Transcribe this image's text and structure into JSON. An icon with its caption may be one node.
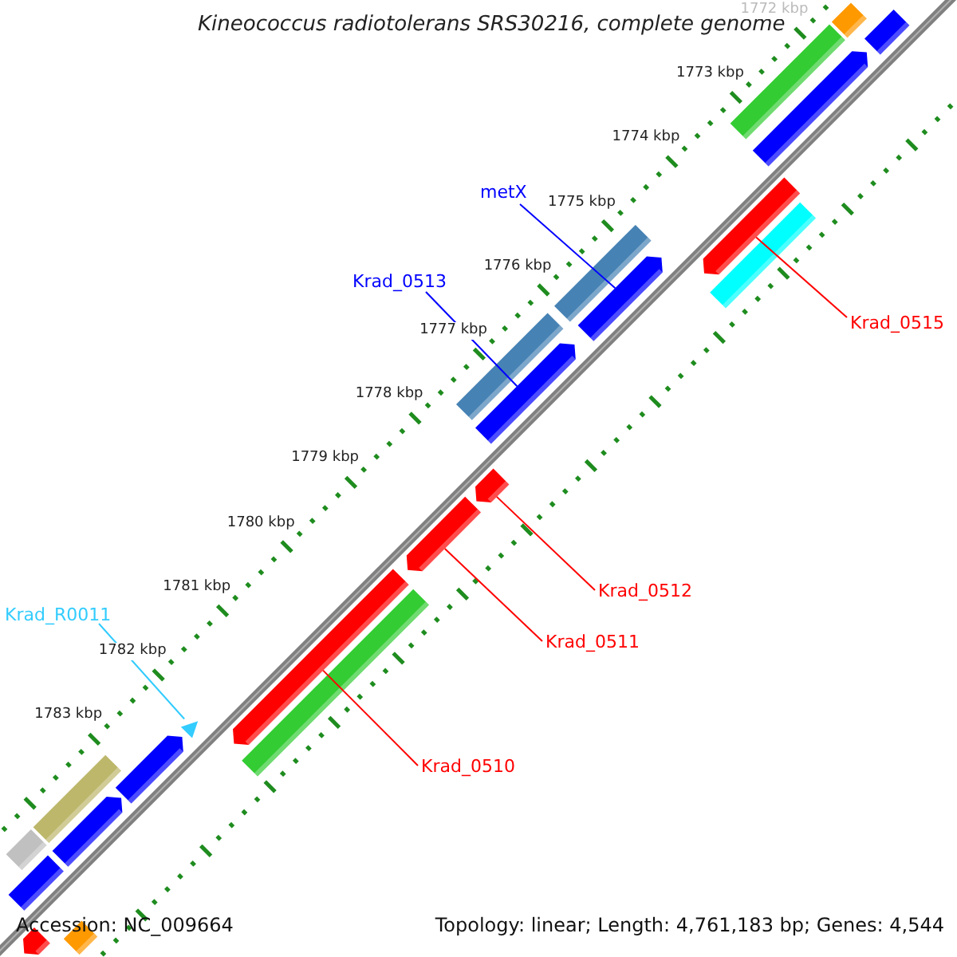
{
  "diagram": {
    "title": "Kineococcus radiotolerans SRS30216, complete genome",
    "nodes": [
      {
        "text": [
          "metX"
        ]
      },
      {
        "text": [],
        "shape": "arrow"
      },
      {
        "text": [
          "Krad_0513"
        ]
      },
      {
        "text": [],
        "shape": "arrow"
      },
      {
        "text": [
          "Krad_0515"
        ]
      },
      {
        "text": [],
        "shape": "arrow"
      },
      {
        "text": [
          "Krad_0512"
        ]
      },
      {
        "text": [],
        "shape": "arrow"
      },
      {
        "text": [
          "Krad_0511"
        ]
      },
      {
        "text": [],
        "shape": "arrow"
      },
      {
        "text": [
          "Krad_0510"
        ]
      },
      {
        "text": [],
        "shape": "arrow"
      },
      {
        "text": [
          "Krad_R0011"
        ]
      },
      {
        "text": [],
        "shape": "triangle"
      },
      {
        "text": [],
        "shape": "bar"
      },
      {
        "text": [],
        "shape": "bar"
      },
      {
        "text": [],
        "shape": "arrow"
      },
      {
        "text": [],
        "shape": "bar"
      },
      {
        "text": [],
        "shape": "bar"
      },
      {
        "text": [],
        "shape": "bar"
      },
      {
        "text": [],
        "shape": "bar"
      },
      {
        "text": [],
        "shape": "bar"
      },
      {
        "text": [],
        "shape": "arrow"
      },
      {
        "text": [],
        "shape": "arrow"
      },
      {
        "text": [],
        "shape": "bar"
      },
      {
        "text": [],
        "shape": "bar"
      },
      {
        "text": [],
        "shape": "bar"
      },
      {
        "text": [],
        "shape": "arrow"
      },
      {
        "text": [],
        "shape": "bar"
      }
    ],
    "edges": [
      {
        "from": 0,
        "to": 1,
        "arrow": "none",
        "color": "#0000ff"
      },
      {
        "from": 2,
        "to": 3,
        "arrow": "none",
        "color": "#0000ff"
      },
      {
        "from": 4,
        "to": 5,
        "arrow": "none"
      },
      {
        "from": 6,
        "to": 7,
        "arrow": "none"
      },
      {
        "from": 8,
        "to": 9,
        "arrow": "none"
      },
      {
        "from": 10,
        "to": 11,
        "arrow": "none"
      },
      {
        "from": 12,
        "to": 13,
        "arrow": "none",
        "color": "#33ccff"
      }
    ],
    "labels": [
      "1772 kbp",
      "1773 kbp",
      "1774 kbp",
      "1775 kbp",
      "1776 kbp",
      "1777 kbp",
      "1778 kbp",
      "1779 kbp",
      "1780 kbp",
      "1781 kbp",
      "1782 kbp",
      "1783 kbp",
      "Accession: NC_009664",
      "Topology: linear; Length: 4,761,183 bp; Genes: 4,544"
    ]
  }
}
